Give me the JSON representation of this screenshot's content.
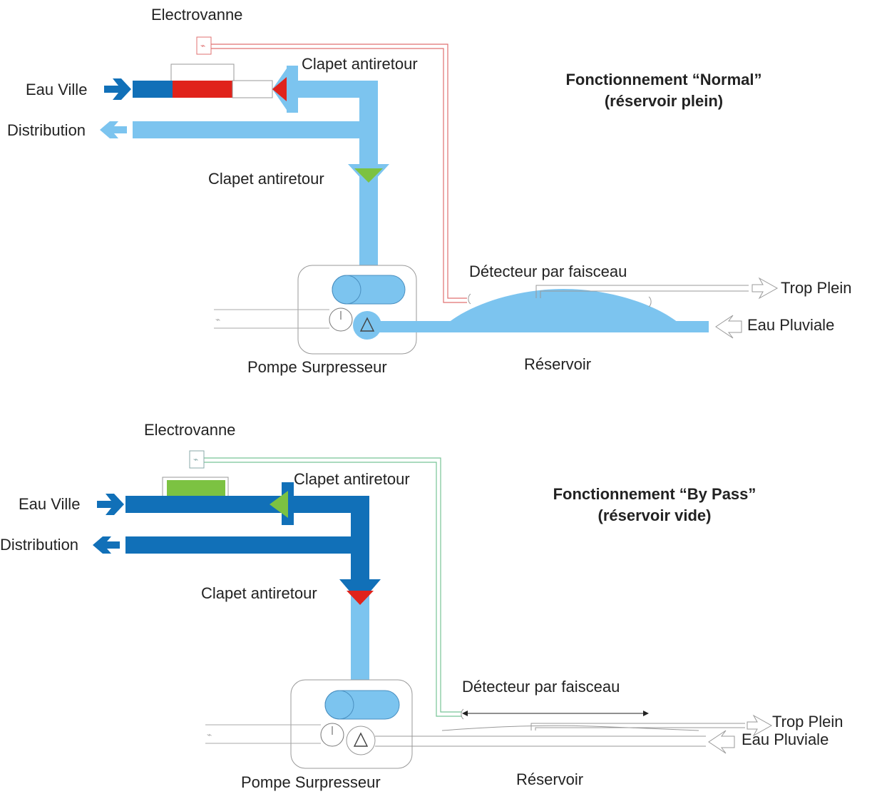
{
  "colors": {
    "pipe_light": "#7cc4ef",
    "pipe_dark": "#1170b8",
    "valve_closed": "#e0231b",
    "valve_open": "#7cc242",
    "wire_normal": "#e07070",
    "wire_bypass": "#78c496",
    "outline": "#999999"
  },
  "normal": {
    "title": "Fonctionnement “Normal”",
    "subtitle": "(réservoir plein)",
    "electrovanne": "Electrovanne",
    "clapet_top": "Clapet antiretour",
    "clapet_mid": "Clapet antiretour",
    "eau_ville": "Eau Ville",
    "distribution": "Distribution",
    "detecteur": "Détecteur par faisceau",
    "trop_plein": "Trop Plein",
    "eau_pluviale": "Eau Pluviale",
    "pompe": "Pompe Surpresseur",
    "reservoir": "Réservoir"
  },
  "bypass": {
    "title": "Fonctionnement “By Pass”",
    "subtitle": "(réservoir vide)",
    "electrovanne": "Electrovanne",
    "clapet_top": "Clapet antiretour",
    "clapet_mid": "Clapet antiretour",
    "eau_ville": "Eau Ville",
    "distribution": "Distribution",
    "detecteur": "Détecteur par faisceau",
    "trop_plein": "Trop Plein",
    "eau_pluviale": "Eau Pluviale",
    "pompe": "Pompe Surpresseur",
    "reservoir": "Réservoir"
  }
}
